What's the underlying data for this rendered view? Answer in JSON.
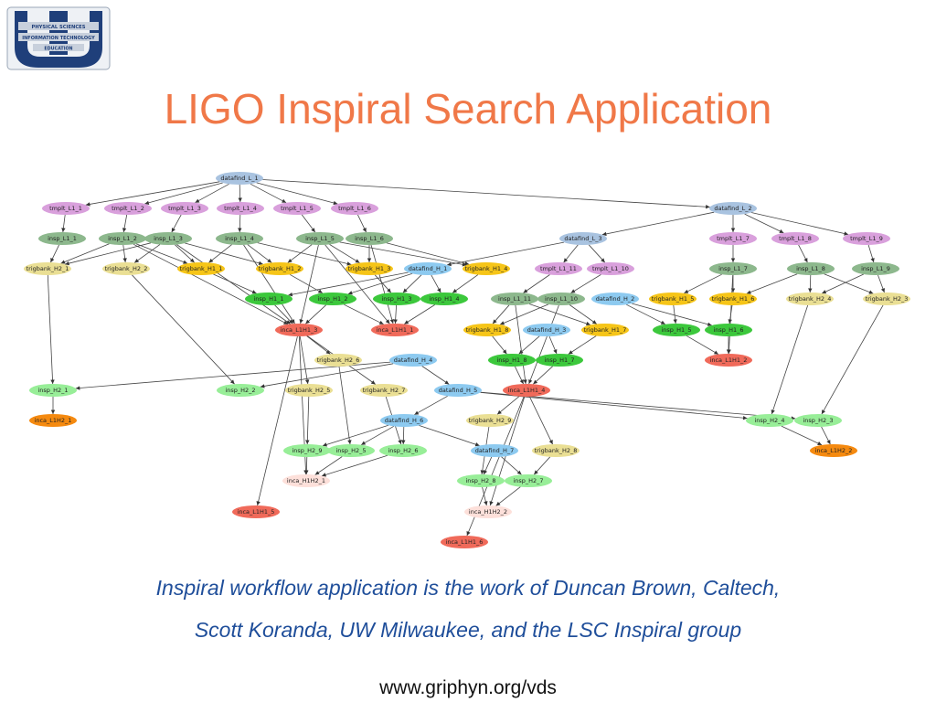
{
  "logo": {
    "line1": "PHYSICAL SCIENCES",
    "line2": "INFORMATION TECHNOLOGY",
    "line3": "EDUCATION",
    "colors": {
      "navy": "#1F3F7A",
      "band": "#C8D0DC"
    }
  },
  "title": "LIGO Inspiral Search Application",
  "caption": {
    "line1": "Inspiral workflow application is the work of Duncan Brown, Caltech,",
    "line2": "Scott Koranda, UW Milwaukee, and the LSC Inspiral group"
  },
  "footer": "www.griphyn.org/vds",
  "colors": {
    "datafind": "#A9C3E0",
    "tmplt": "#D9A0DC",
    "insp_L1": "#8DB88D",
    "trigbank_H2": "#EADF94",
    "trigbank_H1": "#F6C518",
    "datafind_H": "#8DCAF0",
    "insp_H1": "#3CC83C",
    "inca_L1H1": "#F06A5A",
    "insp_H2": "#98EE98",
    "inca_L1H2": "#F58A10",
    "inca_H1H2": "#FDE0DA"
  },
  "nodes": [
    {
      "id": "datafind_L_1",
      "type": "datafind"
    },
    {
      "id": "datafind_L_2",
      "type": "datafind"
    },
    {
      "id": "datafind_L_3",
      "type": "datafind"
    },
    {
      "id": "tmplt_L1_1",
      "type": "tmplt"
    },
    {
      "id": "tmplt_L1_2",
      "type": "tmplt"
    },
    {
      "id": "tmplt_L1_3",
      "type": "tmplt"
    },
    {
      "id": "tmplt_L1_4",
      "type": "tmplt"
    },
    {
      "id": "tmplt_L1_5",
      "type": "tmplt"
    },
    {
      "id": "tmplt_L1_6",
      "type": "tmplt"
    },
    {
      "id": "tmplt_L1_7",
      "type": "tmplt"
    },
    {
      "id": "tmplt_L1_8",
      "type": "tmplt"
    },
    {
      "id": "tmplt_L1_9",
      "type": "tmplt"
    },
    {
      "id": "tmplt_L1_10",
      "type": "tmplt"
    },
    {
      "id": "tmplt_L1_11",
      "type": "tmplt"
    },
    {
      "id": "insp_L1_1",
      "type": "insp_L1"
    },
    {
      "id": "insp_L1_2",
      "type": "insp_L1"
    },
    {
      "id": "insp_L1_3",
      "type": "insp_L1"
    },
    {
      "id": "insp_L1_4",
      "type": "insp_L1"
    },
    {
      "id": "insp_L1_5",
      "type": "insp_L1"
    },
    {
      "id": "insp_L1_6",
      "type": "insp_L1"
    },
    {
      "id": "insp_L1_7",
      "type": "insp_L1"
    },
    {
      "id": "insp_L1_8",
      "type": "insp_L1"
    },
    {
      "id": "insp_L1_9",
      "type": "insp_L1"
    },
    {
      "id": "insp_L1_10",
      "type": "insp_L1"
    },
    {
      "id": "insp_L1_11",
      "type": "insp_L1"
    },
    {
      "id": "trigbank_H2_1",
      "type": "trigbank_H2"
    },
    {
      "id": "trigbank_H2_2",
      "type": "trigbank_H2"
    },
    {
      "id": "trigbank_H2_3",
      "type": "trigbank_H2"
    },
    {
      "id": "trigbank_H2_4",
      "type": "trigbank_H2"
    },
    {
      "id": "trigbank_H2_5",
      "type": "trigbank_H2"
    },
    {
      "id": "trigbank_H2_6",
      "type": "trigbank_H2"
    },
    {
      "id": "trigbank_H2_7",
      "type": "trigbank_H2"
    },
    {
      "id": "trigbank_H2_8",
      "type": "trigbank_H2"
    },
    {
      "id": "trigbank_H2_9",
      "type": "trigbank_H2"
    },
    {
      "id": "trigbank_H1_1",
      "type": "trigbank_H1"
    },
    {
      "id": "trigbank_H1_2",
      "type": "trigbank_H1"
    },
    {
      "id": "trigbank_H1_3",
      "type": "trigbank_H1"
    },
    {
      "id": "trigbank_H1_4",
      "type": "trigbank_H1"
    },
    {
      "id": "trigbank_H1_5",
      "type": "trigbank_H1"
    },
    {
      "id": "trigbank_H1_6",
      "type": "trigbank_H1"
    },
    {
      "id": "trigbank_H1_7",
      "type": "trigbank_H1"
    },
    {
      "id": "trigbank_H1_8",
      "type": "trigbank_H1"
    },
    {
      "id": "datafind_H_1",
      "type": "datafind_H"
    },
    {
      "id": "datafind_H_2",
      "type": "datafind_H"
    },
    {
      "id": "datafind_H_3",
      "type": "datafind_H"
    },
    {
      "id": "datafind_H_4",
      "type": "datafind_H"
    },
    {
      "id": "datafind_H_5",
      "type": "datafind_H"
    },
    {
      "id": "datafind_H_6",
      "type": "datafind_H"
    },
    {
      "id": "datafind_H_7",
      "type": "datafind_H"
    },
    {
      "id": "insp_H1_1",
      "type": "insp_H1"
    },
    {
      "id": "insp_H1_2",
      "type": "insp_H1"
    },
    {
      "id": "insp_H1_3",
      "type": "insp_H1"
    },
    {
      "id": "insp_H1_4",
      "type": "insp_H1"
    },
    {
      "id": "insp_H1_5",
      "type": "insp_H1"
    },
    {
      "id": "insp_H1_6",
      "type": "insp_H1"
    },
    {
      "id": "insp_H1_7",
      "type": "insp_H1"
    },
    {
      "id": "insp_H1_8",
      "type": "insp_H1"
    },
    {
      "id": "inca_L1H1_1",
      "type": "inca_L1H1"
    },
    {
      "id": "inca_L1H1_2",
      "type": "inca_L1H1"
    },
    {
      "id": "inca_L1H1_3",
      "type": "inca_L1H1"
    },
    {
      "id": "inca_L1H1_4",
      "type": "inca_L1H1"
    },
    {
      "id": "inca_L1H1_5",
      "type": "inca_L1H1"
    },
    {
      "id": "inca_L1H1_6",
      "type": "inca_L1H1"
    },
    {
      "id": "insp_H2_1",
      "type": "insp_H2"
    },
    {
      "id": "insp_H2_2",
      "type": "insp_H2"
    },
    {
      "id": "insp_H2_3",
      "type": "insp_H2"
    },
    {
      "id": "insp_H2_4",
      "type": "insp_H2"
    },
    {
      "id": "insp_H2_5",
      "type": "insp_H2"
    },
    {
      "id": "insp_H2_6",
      "type": "insp_H2"
    },
    {
      "id": "insp_H2_7",
      "type": "insp_H2"
    },
    {
      "id": "insp_H2_8",
      "type": "insp_H2"
    },
    {
      "id": "insp_H2_9",
      "type": "insp_H2"
    },
    {
      "id": "inca_L1H2_1",
      "type": "inca_L1H2"
    },
    {
      "id": "inca_L1H2_2",
      "type": "inca_L1H2"
    },
    {
      "id": "inca_H1H2_1",
      "type": "inca_H1H2"
    },
    {
      "id": "inca_H1H2_2",
      "type": "inca_H1H2"
    }
  ],
  "edges": [
    [
      "datafind_L_1",
      "tmplt_L1_1"
    ],
    [
      "datafind_L_1",
      "tmplt_L1_2"
    ],
    [
      "datafind_L_1",
      "tmplt_L1_3"
    ],
    [
      "datafind_L_1",
      "tmplt_L1_4"
    ],
    [
      "datafind_L_1",
      "tmplt_L1_5"
    ],
    [
      "datafind_L_1",
      "tmplt_L1_6"
    ],
    [
      "datafind_L_1",
      "datafind_L_2"
    ],
    [
      "tmplt_L1_1",
      "insp_L1_1"
    ],
    [
      "tmplt_L1_2",
      "insp_L1_2"
    ],
    [
      "tmplt_L1_3",
      "insp_L1_3"
    ],
    [
      "tmplt_L1_4",
      "insp_L1_4"
    ],
    [
      "tmplt_L1_5",
      "insp_L1_5"
    ],
    [
      "tmplt_L1_6",
      "insp_L1_6"
    ],
    [
      "insp_L1_1",
      "trigbank_H2_1"
    ],
    [
      "insp_L1_2",
      "trigbank_H2_1"
    ],
    [
      "insp_L1_2",
      "trigbank_H2_2"
    ],
    [
      "insp_L1_2",
      "trigbank_H1_1"
    ],
    [
      "insp_L1_3",
      "trigbank_H2_1"
    ],
    [
      "insp_L1_3",
      "trigbank_H2_2"
    ],
    [
      "insp_L1_3",
      "trigbank_H1_1"
    ],
    [
      "insp_L1_3",
      "trigbank_H1_2"
    ],
    [
      "insp_L1_4",
      "trigbank_H1_1"
    ],
    [
      "insp_L1_4",
      "trigbank_H1_2"
    ],
    [
      "insp_L1_4",
      "trigbank_H1_3"
    ],
    [
      "insp_L1_5",
      "trigbank_H1_2"
    ],
    [
      "insp_L1_5",
      "trigbank_H1_3"
    ],
    [
      "insp_L1_5",
      "trigbank_H1_4"
    ],
    [
      "insp_L1_6",
      "trigbank_H1_3"
    ],
    [
      "insp_L1_6",
      "trigbank_H1_4"
    ],
    [
      "trigbank_H1_1",
      "insp_H1_1"
    ],
    [
      "trigbank_H1_2",
      "insp_H1_2"
    ],
    [
      "trigbank_H1_3",
      "insp_H1_3"
    ],
    [
      "trigbank_H1_4",
      "insp_H1_4"
    ],
    [
      "datafind_H_1",
      "insp_H1_1"
    ],
    [
      "datafind_H_1",
      "insp_H1_2"
    ],
    [
      "datafind_H_1",
      "insp_H1_3"
    ],
    [
      "datafind_H_1",
      "insp_H1_4"
    ],
    [
      "insp_H1_1",
      "inca_L1H1_3"
    ],
    [
      "insp_H1_2",
      "inca_L1H1_3"
    ],
    [
      "insp_H1_3",
      "inca_L1H1_1"
    ],
    [
      "insp_H1_4",
      "inca_L1H1_1"
    ],
    [
      "insp_H1_2",
      "inca_L1H1_1"
    ],
    [
      "insp_L1_2",
      "inca_L1H1_3"
    ],
    [
      "insp_L1_3",
      "inca_L1H1_3"
    ],
    [
      "insp_L1_4",
      "inca_L1H1_3"
    ],
    [
      "insp_L1_5",
      "inca_L1H1_3"
    ],
    [
      "insp_L1_5",
      "inca_L1H1_1"
    ],
    [
      "insp_L1_6",
      "inca_L1H1_1"
    ],
    [
      "inca_L1H1_3",
      "trigbank_H2_6"
    ],
    [
      "inca_L1H1_3",
      "trigbank_H2_5"
    ],
    [
      "inca_L1H1_3",
      "trigbank_H2_7"
    ],
    [
      "inca_L1H1_3",
      "inca_L1H1_5"
    ],
    [
      "inca_L1H1_3",
      "inca_H1H2_1"
    ],
    [
      "trigbank_H2_1",
      "insp_H2_1"
    ],
    [
      "insp_H2_1",
      "inca_L1H2_1"
    ],
    [
      "trigbank_H2_2",
      "insp_H2_2"
    ],
    [
      "datafind_H_4",
      "insp_H2_1"
    ],
    [
      "datafind_H_4",
      "insp_H2_2"
    ],
    [
      "datafind_H_4",
      "datafind_H_5"
    ],
    [
      "datafind_L_2",
      "datafind_L_3"
    ],
    [
      "datafind_L_2",
      "tmplt_L1_7"
    ],
    [
      "datafind_L_2",
      "tmplt_L1_8"
    ],
    [
      "datafind_L_2",
      "tmplt_L1_9"
    ],
    [
      "datafind_L_3",
      "tmplt_L1_10"
    ],
    [
      "datafind_L_3",
      "tmplt_L1_11"
    ],
    [
      "datafind_L_3",
      "datafind_H_1"
    ],
    [
      "tmplt_L1_7",
      "insp_L1_7"
    ],
    [
      "tmplt_L1_8",
      "insp_L1_8"
    ],
    [
      "tmplt_L1_9",
      "insp_L1_9"
    ],
    [
      "tmplt_L1_10",
      "insp_L1_10"
    ],
    [
      "tmplt_L1_11",
      "insp_L1_11"
    ],
    [
      "insp_L1_7",
      "trigbank_H1_5"
    ],
    [
      "insp_L1_7",
      "trigbank_H1_6"
    ],
    [
      "insp_L1_8",
      "trigbank_H1_6"
    ],
    [
      "insp_L1_8",
      "trigbank_H2_4"
    ],
    [
      "insp_L1_8",
      "trigbank_H2_3"
    ],
    [
      "insp_L1_9",
      "trigbank_H2_4"
    ],
    [
      "insp_L1_9",
      "trigbank_H2_3"
    ],
    [
      "trigbank_H1_5",
      "insp_H1_5"
    ],
    [
      "trigbank_H1_6",
      "insp_H1_6"
    ],
    [
      "datafind_H_2",
      "insp_H1_5"
    ],
    [
      "datafind_H_2",
      "insp_H1_6"
    ],
    [
      "insp_H1_5",
      "inca_L1H1_2"
    ],
    [
      "insp_H1_6",
      "inca_L1H1_2"
    ],
    [
      "insp_L1_7",
      "inca_L1H1_2"
    ],
    [
      "insp_L1_11",
      "trigbank_H1_8"
    ],
    [
      "insp_L1_11",
      "trigbank_H1_7"
    ],
    [
      "insp_L1_10",
      "trigbank_H1_8"
    ],
    [
      "insp_L1_10",
      "trigbank_H1_7"
    ],
    [
      "trigbank_H1_8",
      "insp_H1_8"
    ],
    [
      "trigbank_H1_7",
      "insp_H1_7"
    ],
    [
      "datafind_H_3",
      "insp_H1_8"
    ],
    [
      "datafind_H_3",
      "insp_H1_7"
    ],
    [
      "insp_H1_8",
      "inca_L1H1_4"
    ],
    [
      "insp_H1_7",
      "inca_L1H1_4"
    ],
    [
      "insp_L1_10",
      "inca_L1H1_4"
    ],
    [
      "insp_L1_11",
      "inca_L1H1_4"
    ],
    [
      "inca_L1H1_4",
      "trigbank_H2_9"
    ],
    [
      "inca_L1H1_4",
      "trigbank_H2_8"
    ],
    [
      "inca_L1H1_4",
      "inca_L1H1_6"
    ],
    [
      "inca_L1H1_4",
      "inca_H1H2_2"
    ],
    [
      "trigbank_H2_4",
      "insp_H2_4"
    ],
    [
      "trigbank_H2_3",
      "insp_H2_3"
    ],
    [
      "datafind_H_5",
      "insp_H2_4"
    ],
    [
      "datafind_H_5",
      "insp_H2_3"
    ],
    [
      "datafind_H_5",
      "datafind_H_6"
    ],
    [
      "insp_H2_4",
      "inca_L1H2_2"
    ],
    [
      "insp_H2_3",
      "inca_L1H2_2"
    ],
    [
      "trigbank_H2_5",
      "insp_H2_9"
    ],
    [
      "trigbank_H2_6",
      "insp_H2_5"
    ],
    [
      "trigbank_H2_7",
      "insp_H2_6"
    ],
    [
      "datafind_H_6",
      "insp_H2_9"
    ],
    [
      "datafind_H_6",
      "insp_H2_5"
    ],
    [
      "datafind_H_6",
      "insp_H2_6"
    ],
    [
      "datafind_H_6",
      "datafind_H_7"
    ],
    [
      "insp_H2_9",
      "inca_H1H2_1"
    ],
    [
      "insp_H2_5",
      "inca_H1H2_1"
    ],
    [
      "insp_H2_6",
      "inca_H1H2_1"
    ],
    [
      "trigbank_H2_9",
      "insp_H2_8"
    ],
    [
      "trigbank_H2_8",
      "insp_H2_7"
    ],
    [
      "datafind_H_7",
      "insp_H2_8"
    ],
    [
      "datafind_H_7",
      "insp_H2_7"
    ],
    [
      "insp_H2_8",
      "inca_H1H2_2"
    ],
    [
      "insp_H2_7",
      "inca_H1H2_2"
    ]
  ]
}
